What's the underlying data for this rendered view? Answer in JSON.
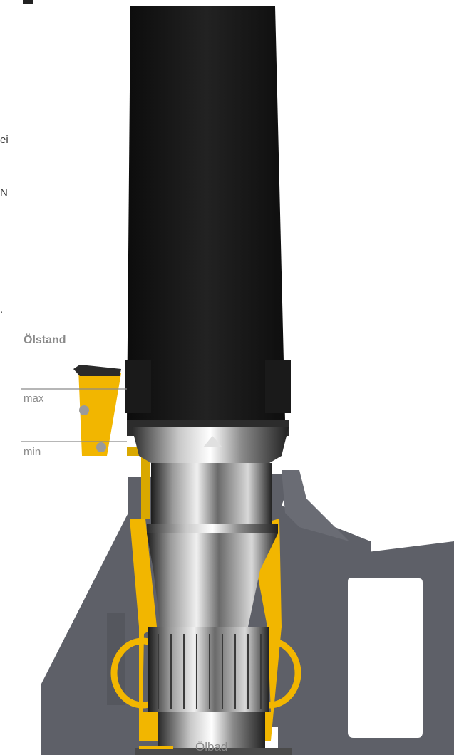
{
  "text_fragments": {
    "line1": "ei",
    "line2": "N",
    "line3": "."
  },
  "oil_level": {
    "title": "Ölstand",
    "max_label": "max",
    "min_label": "min"
  },
  "legend": {
    "label": "Ölbad",
    "color": "#f2b600"
  },
  "colors": {
    "oil": "#f2b600",
    "housing": "#5e6068",
    "frame": "#161616",
    "reference_line": "#8a8a8a"
  }
}
